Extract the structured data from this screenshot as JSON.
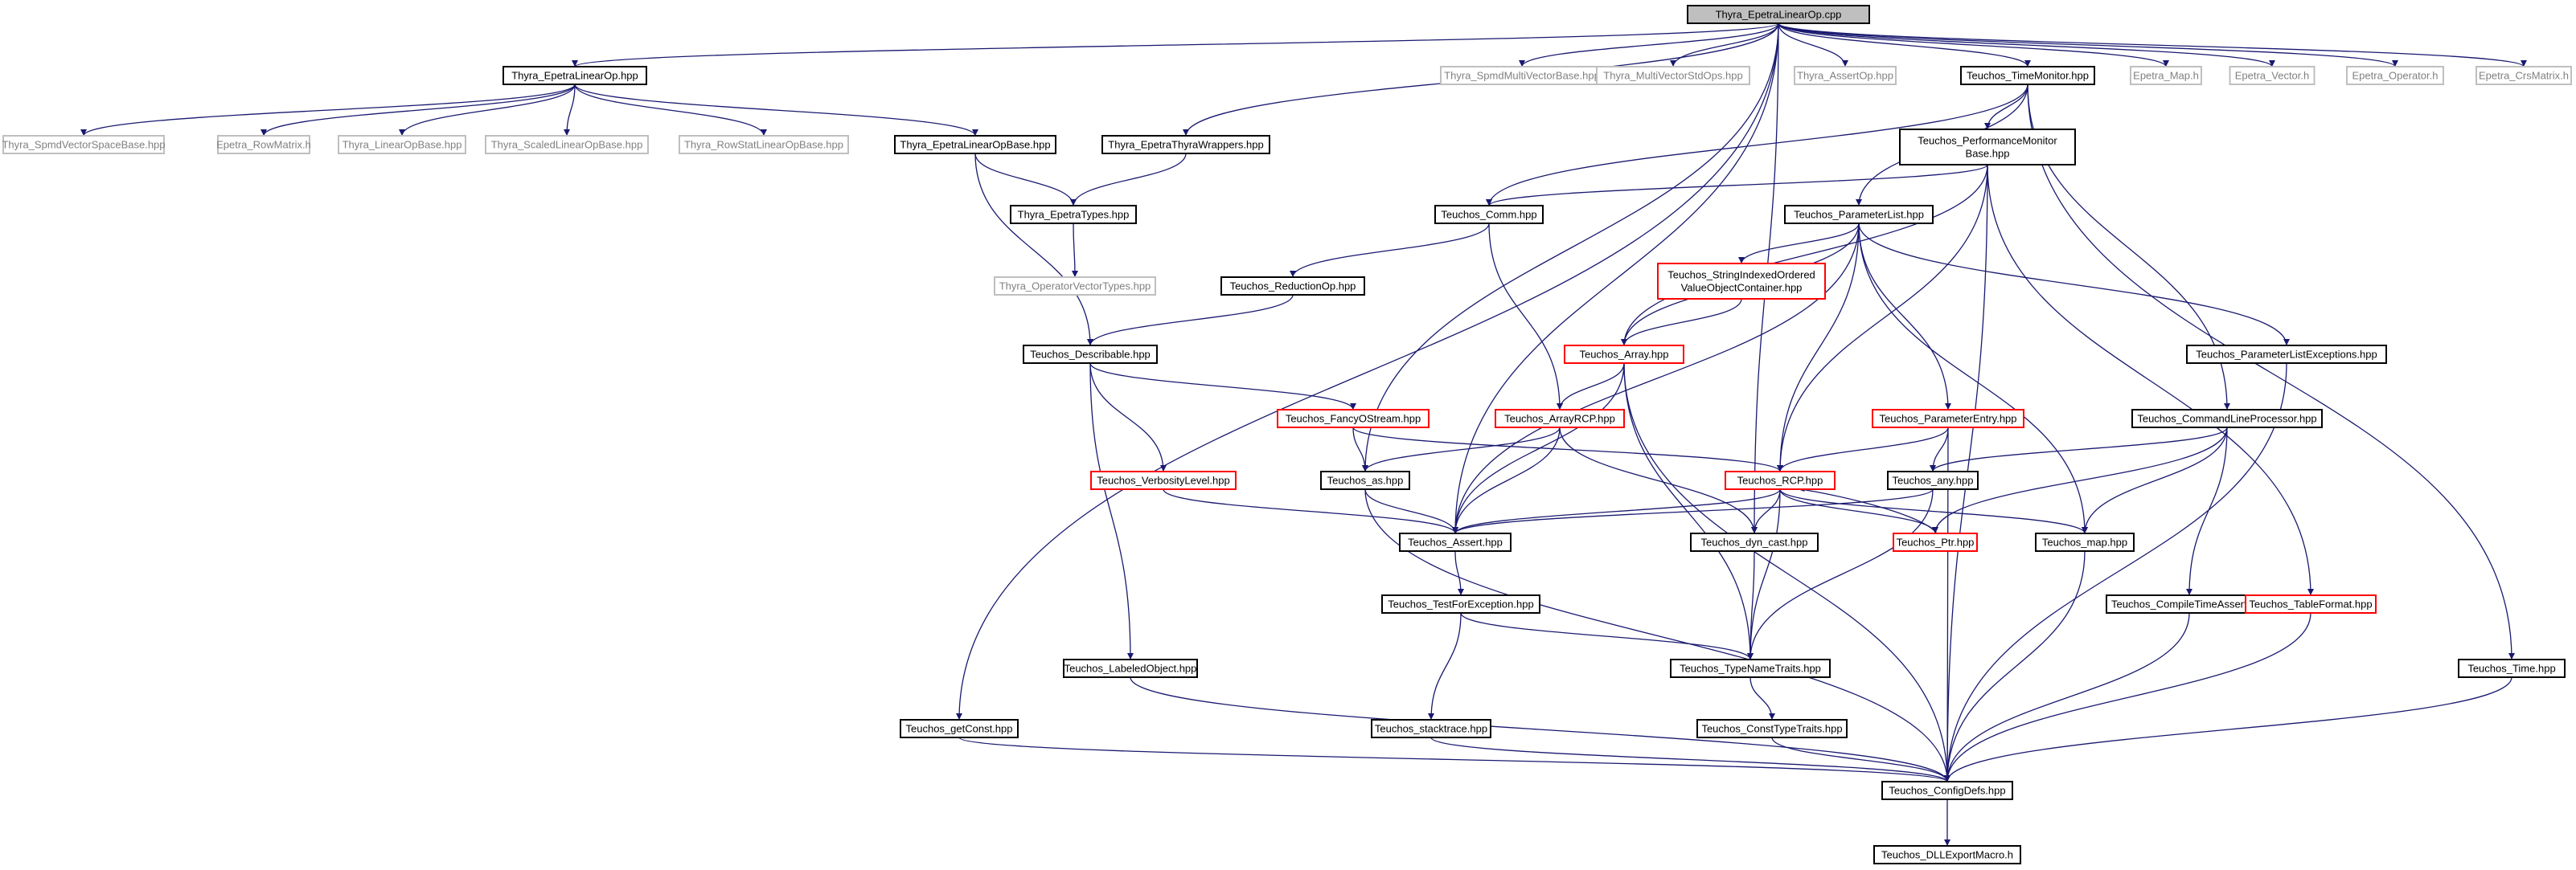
{
  "graph": {
    "colors": {
      "root_fill": "#bfbfbf",
      "normal": "#000000",
      "truncated": "#ff0000",
      "external": "#bfbfbf",
      "edge": "#191970",
      "text_external": "#808080"
    },
    "nodes": [
      {
        "id": "root",
        "label": "Thyra_EpetraLinearOp.cpp",
        "style": "root"
      },
      {
        "id": "tel",
        "label": "Thyra_EpetraLinearOp.hpp",
        "style": "normal"
      },
      {
        "id": "tsmvb",
        "label": "Thyra_SpmdMultiVectorBase.hpp",
        "style": "external"
      },
      {
        "id": "tmvso",
        "label": "Thyra_MultiVectorStdOps.hpp",
        "style": "external"
      },
      {
        "id": "tao",
        "label": "Thyra_AssertOp.hpp",
        "style": "external"
      },
      {
        "id": "ttm",
        "label": "Teuchos_TimeMonitor.hpp",
        "style": "normal"
      },
      {
        "id": "emap",
        "label": "Epetra_Map.h",
        "style": "external"
      },
      {
        "id": "evec",
        "label": "Epetra_Vector.h",
        "style": "external"
      },
      {
        "id": "eop",
        "label": "Epetra_Operator.h",
        "style": "external"
      },
      {
        "id": "ecrs",
        "label": "Epetra_CrsMatrix.h",
        "style": "external"
      },
      {
        "id": "tsvsb",
        "label": "Thyra_SpmdVectorSpaceBase.hpp",
        "style": "external"
      },
      {
        "id": "erm",
        "label": "Epetra_RowMatrix.h",
        "style": "external"
      },
      {
        "id": "tlob",
        "label": "Thyra_LinearOpBase.hpp",
        "style": "external"
      },
      {
        "id": "tslob",
        "label": "Thyra_ScaledLinearOpBase.hpp",
        "style": "external"
      },
      {
        "id": "trslob",
        "label": "Thyra_RowStatLinearOpBase.hpp",
        "style": "external"
      },
      {
        "id": "telob",
        "label": "Thyra_EpetraLinearOpBase.hpp",
        "style": "normal"
      },
      {
        "id": "tetw",
        "label": "Thyra_EpetraThyraWrappers.hpp",
        "style": "normal"
      },
      {
        "id": "tpm",
        "label": [
          "Teuchos_PerformanceMonitor",
          "Base.hpp"
        ],
        "style": "normal"
      },
      {
        "id": "tet",
        "label": "Thyra_EpetraTypes.hpp",
        "style": "normal"
      },
      {
        "id": "tovt",
        "label": "Thyra_OperatorVectorTypes.hpp",
        "style": "external"
      },
      {
        "id": "tcomm",
        "label": "Teuchos_Comm.hpp",
        "style": "normal"
      },
      {
        "id": "tpl",
        "label": "Teuchos_ParameterList.hpp",
        "style": "normal"
      },
      {
        "id": "tsiovoc",
        "label": [
          "Teuchos_StringIndexedOrdered",
          "ValueObjectContainer.hpp"
        ],
        "style": "truncated"
      },
      {
        "id": "tro",
        "label": "Teuchos_ReductionOp.hpp",
        "style": "normal"
      },
      {
        "id": "tdesc",
        "label": "Teuchos_Describable.hpp",
        "style": "normal"
      },
      {
        "id": "tarr",
        "label": "Teuchos_Array.hpp",
        "style": "truncated"
      },
      {
        "id": "tple",
        "label": "Teuchos_ParameterListExceptions.hpp",
        "style": "normal"
      },
      {
        "id": "tfos",
        "label": "Teuchos_FancyOStream.hpp",
        "style": "truncated"
      },
      {
        "id": "tarcp",
        "label": "Teuchos_ArrayRCP.hpp",
        "style": "truncated"
      },
      {
        "id": "tpe",
        "label": "Teuchos_ParameterEntry.hpp",
        "style": "truncated"
      },
      {
        "id": "tclp",
        "label": "Teuchos_CommandLineProcessor.hpp",
        "style": "normal"
      },
      {
        "id": "tvl",
        "label": "Teuchos_VerbosityLevel.hpp",
        "style": "truncated"
      },
      {
        "id": "tas",
        "label": "Teuchos_as.hpp",
        "style": "normal"
      },
      {
        "id": "trcp",
        "label": "Teuchos_RCP.hpp",
        "style": "truncated"
      },
      {
        "id": "tany",
        "label": "Teuchos_any.hpp",
        "style": "normal"
      },
      {
        "id": "tassert",
        "label": "Teuchos_Assert.hpp",
        "style": "normal"
      },
      {
        "id": "tdc",
        "label": "Teuchos_dyn_cast.hpp",
        "style": "normal"
      },
      {
        "id": "tptr",
        "label": "Teuchos_Ptr.hpp",
        "style": "truncated"
      },
      {
        "id": "tmap",
        "label": "Teuchos_map.hpp",
        "style": "normal"
      },
      {
        "id": "ttfe",
        "label": "Teuchos_TestForException.hpp",
        "style": "normal"
      },
      {
        "id": "tcta",
        "label": "Teuchos_CompileTimeAssert.hpp",
        "style": "normal"
      },
      {
        "id": "ttf",
        "label": "Teuchos_TableFormat.hpp",
        "style": "truncated"
      },
      {
        "id": "tlo",
        "label": "Teuchos_LabeledObject.hpp",
        "style": "normal"
      },
      {
        "id": "ttnt",
        "label": "Teuchos_TypeNameTraits.hpp",
        "style": "normal"
      },
      {
        "id": "ttime",
        "label": "Teuchos_Time.hpp",
        "style": "normal"
      },
      {
        "id": "tgc",
        "label": "Teuchos_getConst.hpp",
        "style": "normal"
      },
      {
        "id": "tst",
        "label": "Teuchos_stacktrace.hpp",
        "style": "normal"
      },
      {
        "id": "tctt",
        "label": "Teuchos_ConstTypeTraits.hpp",
        "style": "normal"
      },
      {
        "id": "tcd",
        "label": "Teuchos_ConfigDefs.hpp",
        "style": "normal"
      },
      {
        "id": "tdll",
        "label": "Teuchos_DLLExportMacro.h",
        "style": "normal"
      }
    ],
    "edges": [
      [
        "root",
        "tel"
      ],
      [
        "root",
        "tsmvb"
      ],
      [
        "root",
        "tmvso"
      ],
      [
        "root",
        "tao"
      ],
      [
        "root",
        "ttm"
      ],
      [
        "root",
        "emap"
      ],
      [
        "root",
        "evec"
      ],
      [
        "root",
        "eop"
      ],
      [
        "root",
        "ecrs"
      ],
      [
        "root",
        "tetw"
      ],
      [
        "root",
        "tassert"
      ],
      [
        "root",
        "tas"
      ],
      [
        "root",
        "tgc"
      ],
      [
        "root",
        "tdc"
      ],
      [
        "tel",
        "tsvsb"
      ],
      [
        "tel",
        "erm"
      ],
      [
        "tel",
        "tlob"
      ],
      [
        "tel",
        "tslob"
      ],
      [
        "tel",
        "trslob"
      ],
      [
        "tel",
        "telob"
      ],
      [
        "telob",
        "tet"
      ],
      [
        "telob",
        "tdesc"
      ],
      [
        "tetw",
        "tet"
      ],
      [
        "tet",
        "tovt"
      ],
      [
        "ttm",
        "tpm"
      ],
      [
        "ttm",
        "tcomm"
      ],
      [
        "ttm",
        "tpl"
      ],
      [
        "ttm",
        "tclp"
      ],
      [
        "ttm",
        "ttime"
      ],
      [
        "tpm",
        "tcomm"
      ],
      [
        "tpm",
        "tarr"
      ],
      [
        "tpm",
        "trcp"
      ],
      [
        "tpm",
        "ttf"
      ],
      [
        "tpm",
        "tcd"
      ],
      [
        "tcomm",
        "tro"
      ],
      [
        "tcomm",
        "tarcp"
      ],
      [
        "tro",
        "tdesc"
      ],
      [
        "tpl",
        "tsiovoc"
      ],
      [
        "tpl",
        "tarr"
      ],
      [
        "tpl",
        "tple"
      ],
      [
        "tpl",
        "tpe"
      ],
      [
        "tpl",
        "trcp"
      ],
      [
        "tpl",
        "tassert"
      ],
      [
        "tpl",
        "tmap"
      ],
      [
        "tsiovoc",
        "tarr"
      ],
      [
        "tarr",
        "tarcp"
      ],
      [
        "tarr",
        "tassert"
      ],
      [
        "tarr",
        "ttnt"
      ],
      [
        "tarr",
        "tcd"
      ],
      [
        "tdesc",
        "tfos"
      ],
      [
        "tdesc",
        "tvl"
      ],
      [
        "tdesc",
        "tlo"
      ],
      [
        "tfos",
        "tas"
      ],
      [
        "tfos",
        "trcp"
      ],
      [
        "tarcp",
        "tas"
      ],
      [
        "tarcp",
        "tassert"
      ],
      [
        "tarcp",
        "tdc"
      ],
      [
        "tpe",
        "trcp"
      ],
      [
        "tpe",
        "tany"
      ],
      [
        "tpe",
        "tcd"
      ],
      [
        "tple",
        "tcd"
      ],
      [
        "tclp",
        "tany"
      ],
      [
        "tclp",
        "tptr"
      ],
      [
        "tclp",
        "tmap"
      ],
      [
        "tclp",
        "tcta"
      ],
      [
        "tvl",
        "tassert"
      ],
      [
        "tas",
        "tassert"
      ],
      [
        "tas",
        "tcd"
      ],
      [
        "trcp",
        "tassert"
      ],
      [
        "trcp",
        "tdc"
      ],
      [
        "trcp",
        "tptr"
      ],
      [
        "trcp",
        "tmap"
      ],
      [
        "trcp",
        "ttnt"
      ],
      [
        "tany",
        "tassert"
      ],
      [
        "tany",
        "ttnt"
      ],
      [
        "tptr",
        "trcp"
      ],
      [
        "tdc",
        "ttnt"
      ],
      [
        "tassert",
        "ttfe"
      ],
      [
        "ttfe",
        "ttnt"
      ],
      [
        "ttfe",
        "tst"
      ],
      [
        "tmap",
        "tcd"
      ],
      [
        "tcta",
        "tcd"
      ],
      [
        "ttf",
        "tcd"
      ],
      [
        "tlo",
        "tcd"
      ],
      [
        "ttnt",
        "tctt"
      ],
      [
        "ttime",
        "tcd"
      ],
      [
        "tgc",
        "tcd"
      ],
      [
        "tst",
        "tcd"
      ],
      [
        "tctt",
        "tcd"
      ],
      [
        "tcd",
        "tdll"
      ]
    ]
  }
}
